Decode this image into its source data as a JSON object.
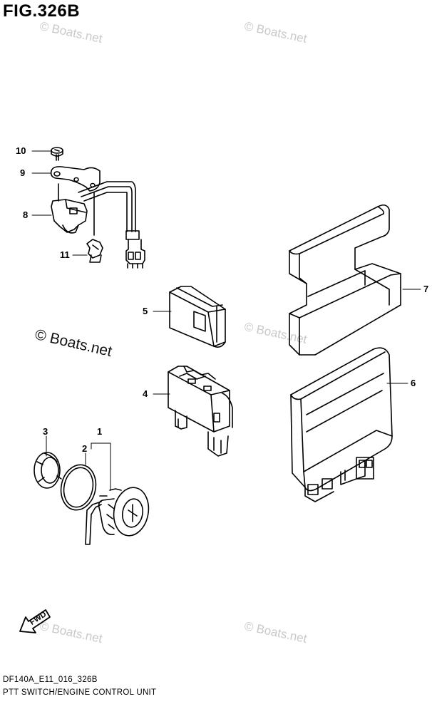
{
  "figure": {
    "title": "FIG.326B",
    "watermark": "© Boats.net",
    "watermark_large": "© Boats.net"
  },
  "callouts": [
    "10",
    "9",
    "8",
    "11",
    "5",
    "4",
    "3",
    "2",
    "1",
    "7",
    "6"
  ],
  "fwd_label": "FWD",
  "footer": {
    "code": "DF140A_E11_016_326B",
    "caption": "PTT SWITCH/ENGINE CONTROL UNIT"
  },
  "colors": {
    "ink": "#000000",
    "watermark": "#c9c9c9"
  }
}
